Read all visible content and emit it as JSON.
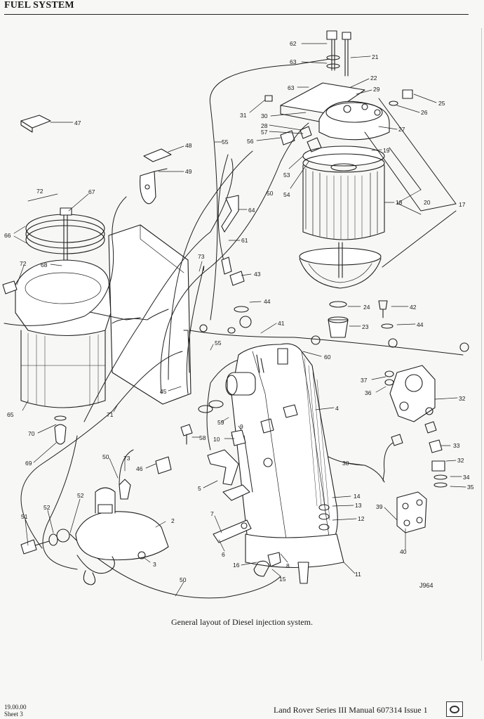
{
  "header": {
    "section_title": "FUEL SYSTEM"
  },
  "caption": "General layout of Diesel injection system.",
  "drawing_ref": "J964",
  "footer": {
    "code": "19.00.00",
    "sheet": "Sheet 3",
    "manual": "Land Rover Series III Manual 607314 Issue 1"
  },
  "callouts": [
    {
      "id": "62",
      "label": "62"
    },
    {
      "id": "63a",
      "label": "63"
    },
    {
      "id": "21",
      "label": "21"
    },
    {
      "id": "22",
      "label": "22"
    },
    {
      "id": "63b",
      "label": "63"
    },
    {
      "id": "29",
      "label": "29"
    },
    {
      "id": "25",
      "label": "25"
    },
    {
      "id": "26",
      "label": "26"
    },
    {
      "id": "31",
      "label": "31"
    },
    {
      "id": "30",
      "label": "30"
    },
    {
      "id": "28",
      "label": "28"
    },
    {
      "id": "57",
      "label": "57"
    },
    {
      "id": "27",
      "label": "27"
    },
    {
      "id": "56",
      "label": "56"
    },
    {
      "id": "19",
      "label": "19"
    },
    {
      "id": "47",
      "label": "47"
    },
    {
      "id": "48",
      "label": "48"
    },
    {
      "id": "55a",
      "label": "55"
    },
    {
      "id": "49",
      "label": "49"
    },
    {
      "id": "53",
      "label": "53"
    },
    {
      "id": "50a",
      "label": "50"
    },
    {
      "id": "54",
      "label": "54"
    },
    {
      "id": "18",
      "label": "18"
    },
    {
      "id": "20",
      "label": "20"
    },
    {
      "id": "17",
      "label": "17"
    },
    {
      "id": "72a",
      "label": "72"
    },
    {
      "id": "67",
      "label": "67"
    },
    {
      "id": "64",
      "label": "64"
    },
    {
      "id": "66",
      "label": "66"
    },
    {
      "id": "61",
      "label": "61"
    },
    {
      "id": "68",
      "label": "68"
    },
    {
      "id": "72b",
      "label": "72"
    },
    {
      "id": "73a",
      "label": "73"
    },
    {
      "id": "43",
      "label": "43"
    },
    {
      "id": "44a",
      "label": "44"
    },
    {
      "id": "24",
      "label": "24"
    },
    {
      "id": "42",
      "label": "42"
    },
    {
      "id": "23",
      "label": "23"
    },
    {
      "id": "44b",
      "label": "44"
    },
    {
      "id": "41",
      "label": "41"
    },
    {
      "id": "55b",
      "label": "55"
    },
    {
      "id": "60",
      "label": "60"
    },
    {
      "id": "37",
      "label": "37"
    },
    {
      "id": "36",
      "label": "36"
    },
    {
      "id": "32a",
      "label": "32"
    },
    {
      "id": "45",
      "label": "45"
    },
    {
      "id": "4",
      "label": "4"
    },
    {
      "id": "65",
      "label": "65"
    },
    {
      "id": "71",
      "label": "71"
    },
    {
      "id": "70",
      "label": "70"
    },
    {
      "id": "59",
      "label": "59"
    },
    {
      "id": "9",
      "label": "9"
    },
    {
      "id": "58",
      "label": "58"
    },
    {
      "id": "10",
      "label": "10"
    },
    {
      "id": "69",
      "label": "69"
    },
    {
      "id": "33",
      "label": "33"
    },
    {
      "id": "50b",
      "label": "50"
    },
    {
      "id": "73b",
      "label": "73"
    },
    {
      "id": "46",
      "label": "46"
    },
    {
      "id": "38",
      "label": "38"
    },
    {
      "id": "32b",
      "label": "32"
    },
    {
      "id": "5",
      "label": "5"
    },
    {
      "id": "34",
      "label": "34"
    },
    {
      "id": "35",
      "label": "35"
    },
    {
      "id": "52a",
      "label": "52"
    },
    {
      "id": "52b",
      "label": "52"
    },
    {
      "id": "2",
      "label": "2"
    },
    {
      "id": "14",
      "label": "14"
    },
    {
      "id": "13",
      "label": "13"
    },
    {
      "id": "39",
      "label": "39"
    },
    {
      "id": "51",
      "label": "51"
    },
    {
      "id": "7",
      "label": "7"
    },
    {
      "id": "12",
      "label": "12"
    },
    {
      "id": "3",
      "label": "3"
    },
    {
      "id": "6",
      "label": "6"
    },
    {
      "id": "40",
      "label": "40"
    },
    {
      "id": "16",
      "label": "16"
    },
    {
      "id": "8",
      "label": "8"
    },
    {
      "id": "11",
      "label": "11"
    },
    {
      "id": "50c",
      "label": "50"
    },
    {
      "id": "15",
      "label": "15"
    }
  ]
}
